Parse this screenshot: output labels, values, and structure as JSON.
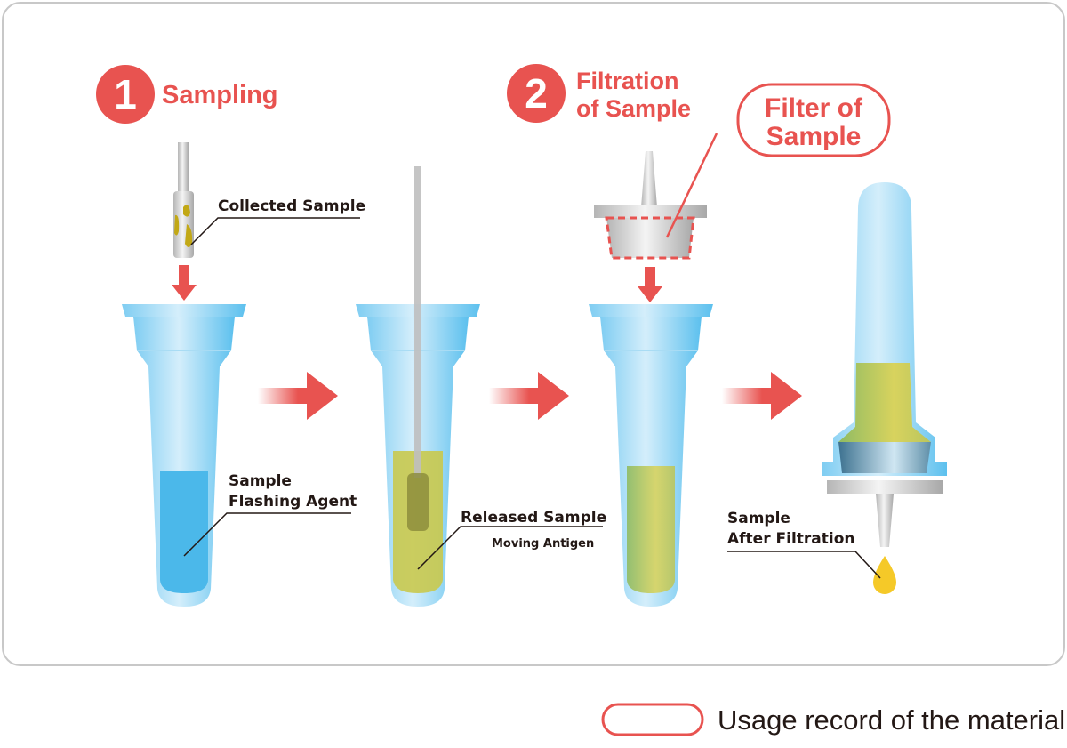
{
  "steps": [
    {
      "number": "1",
      "title": "Sampling"
    },
    {
      "number": "2",
      "title_line1": "Filtration",
      "title_line2": "of Sample"
    }
  ],
  "callout": {
    "line1": "Filter of",
    "line2": "Sample"
  },
  "labels": {
    "collected_sample": "Collected Sample",
    "flashing_agent_line1": "Sample",
    "flashing_agent_line2": "Flashing Agent",
    "released_sample": "Released Sample",
    "moving_antigen": "Moving Antigen",
    "after_filtration_line1": "Sample",
    "after_filtration_line2": "After Filtration"
  },
  "legend": {
    "text": "Usage record of the material"
  },
  "colors": {
    "accent_red": "#e85350",
    "tube_blue": "#8dd3f3",
    "liquid_blue": "#4bb8ea",
    "sample_yellow": "#c9c94e",
    "border_gray": "#c8c8c8"
  }
}
